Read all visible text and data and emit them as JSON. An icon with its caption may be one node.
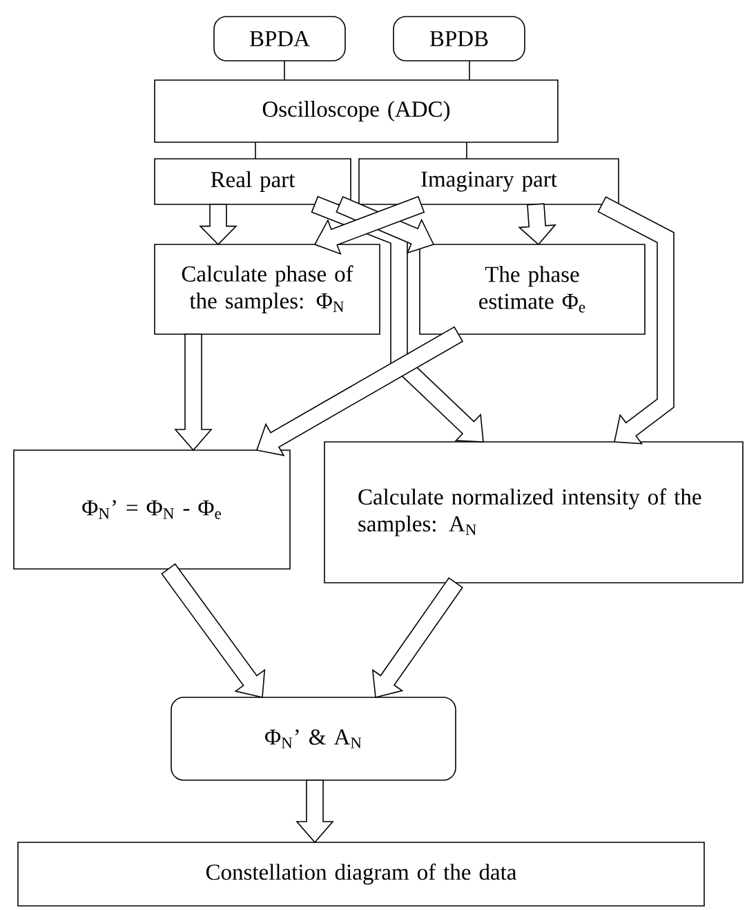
{
  "diagram": {
    "nodes": [
      {
        "text": [
          "BPDA"
        ]
      },
      {
        "text": [
          "BPDB"
        ]
      },
      {
        "text": [
          "Oscilloscope (ADC)"
        ]
      },
      {
        "text": [
          "Real part"
        ]
      },
      {
        "text": [
          "Imaginary part"
        ]
      },
      {
        "text": [
          "Calculate phase of the samples: Φ$_{N}$"
        ]
      },
      {
        "text": [
          "The phase estimate Φ$_{e}$"
        ]
      },
      {
        "text": [
          "Φ$_{N}$’ = Φ$_{N}$ - Φ$_{e}$"
        ]
      },
      {
        "text": [
          "Calculate normalized intensity of the samples: A$_{N}$"
        ]
      },
      {
        "text": [
          "Φ$_{N}$’ & A$_{N}$"
        ]
      },
      {
        "text": [
          "Constellation diagram of the data"
        ]
      }
    ],
    "edges": [
      {
        "from": 0,
        "to": 2,
        "arrow": "none"
      },
      {
        "from": 1,
        "to": 2,
        "arrow": "none"
      },
      {
        "from": 2,
        "to": 3,
        "arrow": "none"
      },
      {
        "from": 2,
        "to": 4,
        "arrow": "none"
      },
      {
        "from": 3,
        "to": 5,
        "arrow": "to"
      },
      {
        "from": 3,
        "to": 8,
        "arrow": "to"
      },
      {
        "from": 3,
        "to": 6,
        "arrow": "to"
      },
      {
        "from": 4,
        "to": 5,
        "arrow": "to"
      },
      {
        "from": 4,
        "to": 8,
        "arrow": "to"
      },
      {
        "from": 4,
        "to": 6,
        "arrow": "to"
      },
      {
        "from": 5,
        "to": 7,
        "arrow": "to"
      },
      {
        "from": 6,
        "to": 7,
        "arrow": "to"
      },
      {
        "from": 7,
        "to": 9,
        "arrow": "to"
      },
      {
        "from": 8,
        "to": 9,
        "arrow": "to"
      },
      {
        "from": 9,
        "to": 10,
        "arrow": "to"
      }
    ]
  }
}
